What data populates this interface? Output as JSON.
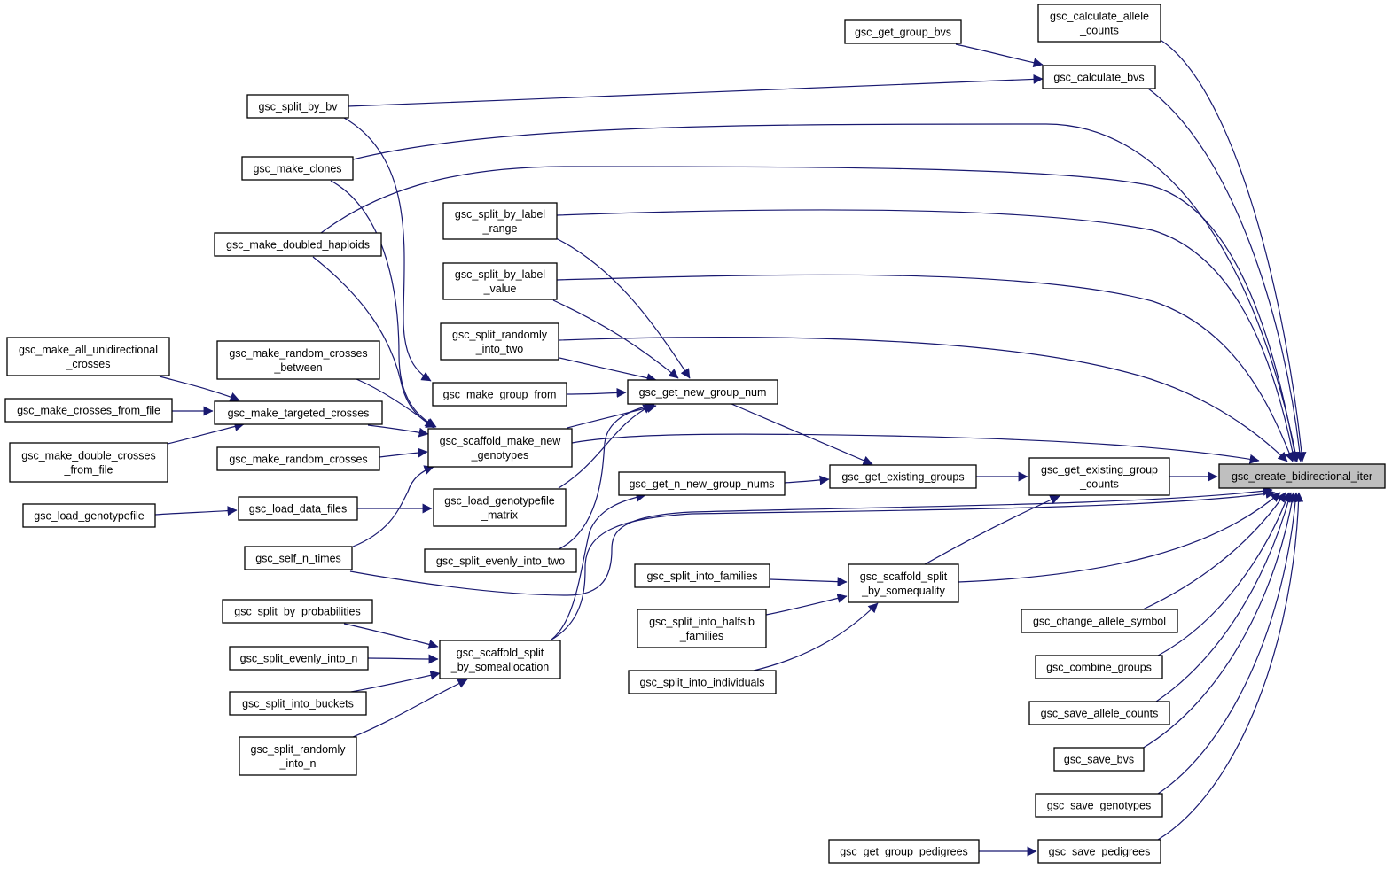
{
  "graph": {
    "root": "gsc_create_bidirectional_iter",
    "colors": {
      "edge": "#191970",
      "node_border": "#000000",
      "root_fill": "#bfbfbf",
      "node_fill": "#ffffff",
      "background": "#ffffff"
    },
    "nodes": [
      {
        "id": "n0",
        "lines": [
          "gsc_create_bidirectional_iter"
        ],
        "root": true
      },
      {
        "id": "n1",
        "lines": [
          "gsc_calculate_allele",
          "_counts"
        ]
      },
      {
        "id": "n2",
        "lines": [
          "gsc_calculate_bvs"
        ]
      },
      {
        "id": "n3",
        "lines": [
          "gsc_get_group_bvs"
        ]
      },
      {
        "id": "n4",
        "lines": [
          "gsc_split_by_bv"
        ]
      },
      {
        "id": "n5",
        "lines": [
          "gsc_make_clones"
        ]
      },
      {
        "id": "n6",
        "lines": [
          "gsc_make_doubled_haploids"
        ]
      },
      {
        "id": "n7",
        "lines": [
          "gsc_split_by_label",
          "_range"
        ]
      },
      {
        "id": "n8",
        "lines": [
          "gsc_split_by_label",
          "_value"
        ]
      },
      {
        "id": "n9",
        "lines": [
          "gsc_split_randomly",
          "_into_two"
        ]
      },
      {
        "id": "n10",
        "lines": [
          "gsc_make_all_unidirectional",
          "_crosses"
        ]
      },
      {
        "id": "n11",
        "lines": [
          "gsc_make_random_crosses",
          "_between"
        ]
      },
      {
        "id": "n12",
        "lines": [
          "gsc_make_group_from"
        ]
      },
      {
        "id": "n13",
        "lines": [
          "gsc_get_new_group_num"
        ]
      },
      {
        "id": "n14",
        "lines": [
          "gsc_make_crosses_from_file"
        ]
      },
      {
        "id": "n15",
        "lines": [
          "gsc_make_targeted_crosses"
        ]
      },
      {
        "id": "n16",
        "lines": [
          "gsc_scaffold_make_new",
          "_genotypes"
        ]
      },
      {
        "id": "n17",
        "lines": [
          "gsc_make_double_crosses",
          "_from_file"
        ]
      },
      {
        "id": "n18",
        "lines": [
          "gsc_make_random_crosses"
        ]
      },
      {
        "id": "n19",
        "lines": [
          "gsc_get_n_new_group_nums"
        ]
      },
      {
        "id": "n20",
        "lines": [
          "gsc_get_existing_groups"
        ]
      },
      {
        "id": "n21",
        "lines": [
          "gsc_get_existing_group",
          "_counts"
        ]
      },
      {
        "id": "n22",
        "lines": [
          "gsc_load_genotypefile"
        ]
      },
      {
        "id": "n23",
        "lines": [
          "gsc_load_data_files"
        ]
      },
      {
        "id": "n24",
        "lines": [
          "gsc_load_genotypefile",
          "_matrix"
        ]
      },
      {
        "id": "n25",
        "lines": [
          "gsc_self_n_times"
        ]
      },
      {
        "id": "n26",
        "lines": [
          "gsc_split_evenly_into_two"
        ]
      },
      {
        "id": "n27",
        "lines": [
          "gsc_split_into_families"
        ]
      },
      {
        "id": "n28",
        "lines": [
          "gsc_scaffold_split",
          "_by_somequality"
        ]
      },
      {
        "id": "n29",
        "lines": [
          "gsc_split_by_probabilities"
        ]
      },
      {
        "id": "n30",
        "lines": [
          "gsc_split_into_halfsib",
          "_families"
        ]
      },
      {
        "id": "n31",
        "lines": [
          "gsc_change_allele_symbol"
        ]
      },
      {
        "id": "n32",
        "lines": [
          "gsc_split_evenly_into_n"
        ]
      },
      {
        "id": "n33",
        "lines": [
          "gsc_scaffold_split",
          "_by_someallocation"
        ]
      },
      {
        "id": "n34",
        "lines": [
          "gsc_combine_groups"
        ]
      },
      {
        "id": "n35",
        "lines": [
          "gsc_split_into_individuals"
        ]
      },
      {
        "id": "n36",
        "lines": [
          "gsc_split_into_buckets"
        ]
      },
      {
        "id": "n37",
        "lines": [
          "gsc_save_allele_counts"
        ]
      },
      {
        "id": "n38",
        "lines": [
          "gsc_split_randomly",
          "_into_n"
        ]
      },
      {
        "id": "n39",
        "lines": [
          "gsc_save_bvs"
        ]
      },
      {
        "id": "n40",
        "lines": [
          "gsc_save_genotypes"
        ]
      },
      {
        "id": "n41",
        "lines": [
          "gsc_get_group_pedigrees"
        ]
      },
      {
        "id": "n42",
        "lines": [
          "gsc_save_pedigrees"
        ]
      }
    ],
    "edges": [
      [
        "n1",
        "n0"
      ],
      [
        "n2",
        "n0"
      ],
      [
        "n3",
        "n2"
      ],
      [
        "n4",
        "n2"
      ],
      [
        "n4",
        "n12"
      ],
      [
        "n5",
        "n0"
      ],
      [
        "n5",
        "n16"
      ],
      [
        "n6",
        "n0"
      ],
      [
        "n6",
        "n16"
      ],
      [
        "n7",
        "n0"
      ],
      [
        "n7",
        "n13"
      ],
      [
        "n8",
        "n0"
      ],
      [
        "n8",
        "n13"
      ],
      [
        "n9",
        "n0"
      ],
      [
        "n9",
        "n13"
      ],
      [
        "n10",
        "n15"
      ],
      [
        "n11",
        "n16"
      ],
      [
        "n12",
        "n13"
      ],
      [
        "n13",
        "n20"
      ],
      [
        "n14",
        "n15"
      ],
      [
        "n15",
        "n16"
      ],
      [
        "n16",
        "n0"
      ],
      [
        "n16",
        "n13"
      ],
      [
        "n17",
        "n15"
      ],
      [
        "n18",
        "n16"
      ],
      [
        "n19",
        "n20"
      ],
      [
        "n20",
        "n21"
      ],
      [
        "n21",
        "n0"
      ],
      [
        "n22",
        "n23"
      ],
      [
        "n23",
        "n24"
      ],
      [
        "n24",
        "n13"
      ],
      [
        "n25",
        "n0"
      ],
      [
        "n25",
        "n16"
      ],
      [
        "n26",
        "n13"
      ],
      [
        "n27",
        "n28"
      ],
      [
        "n28",
        "n0"
      ],
      [
        "n28",
        "n21"
      ],
      [
        "n29",
        "n33"
      ],
      [
        "n30",
        "n28"
      ],
      [
        "n31",
        "n0"
      ],
      [
        "n32",
        "n33"
      ],
      [
        "n33",
        "n0"
      ],
      [
        "n33",
        "n19"
      ],
      [
        "n34",
        "n0"
      ],
      [
        "n35",
        "n28"
      ],
      [
        "n36",
        "n33"
      ],
      [
        "n37",
        "n0"
      ],
      [
        "n38",
        "n33"
      ],
      [
        "n39",
        "n0"
      ],
      [
        "n40",
        "n0"
      ],
      [
        "n41",
        "n42"
      ],
      [
        "n42",
        "n0"
      ]
    ]
  }
}
